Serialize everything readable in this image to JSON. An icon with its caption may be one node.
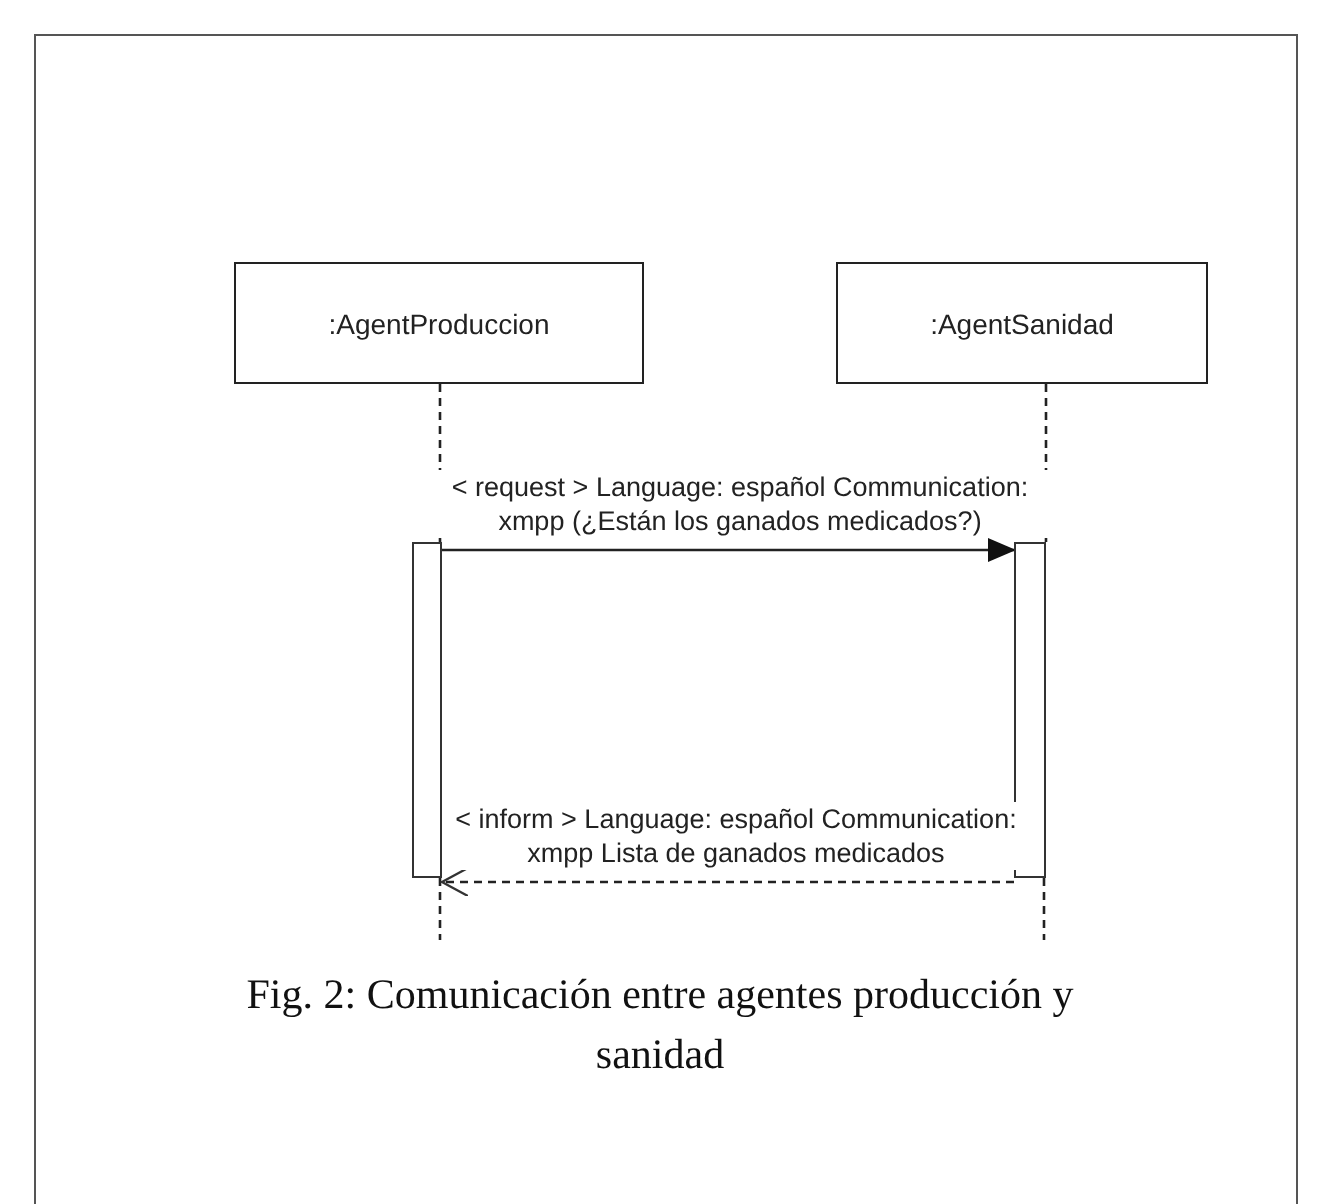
{
  "diagram": {
    "caption": "Fig. 2: Comunicación entre agentes producción y sanidad",
    "nodes": [
      {
        "text": [
          ":AgentProduccion"
        ]
      },
      {
        "text": [
          ":AgentSanidad"
        ]
      },
      {
        "text": [],
        "shape": "bar"
      },
      {
        "text": [],
        "shape": "bar"
      }
    ],
    "edges": [
      {
        "from": 0,
        "to": 2,
        "arrow": "none",
        "style": "dashed"
      },
      {
        "from": 2,
        "to": null,
        "arrow": "none",
        "style": "dashed"
      },
      {
        "from": 1,
        "to": 3,
        "arrow": "none",
        "style": "dashed"
      },
      {
        "from": 3,
        "to": null,
        "arrow": "none",
        "style": "dashed"
      },
      {
        "from": 2,
        "to": 3,
        "arrow": "to",
        "label": "< request > Language: español Communication: xmpp (¿Están los ganados medicados?)"
      },
      {
        "from": 3,
        "to": 2,
        "arrow": "to",
        "style": "dashed",
        "label": "< inform > Language: español Communication: xmpp Lista de ganados medicados"
      }
    ]
  }
}
